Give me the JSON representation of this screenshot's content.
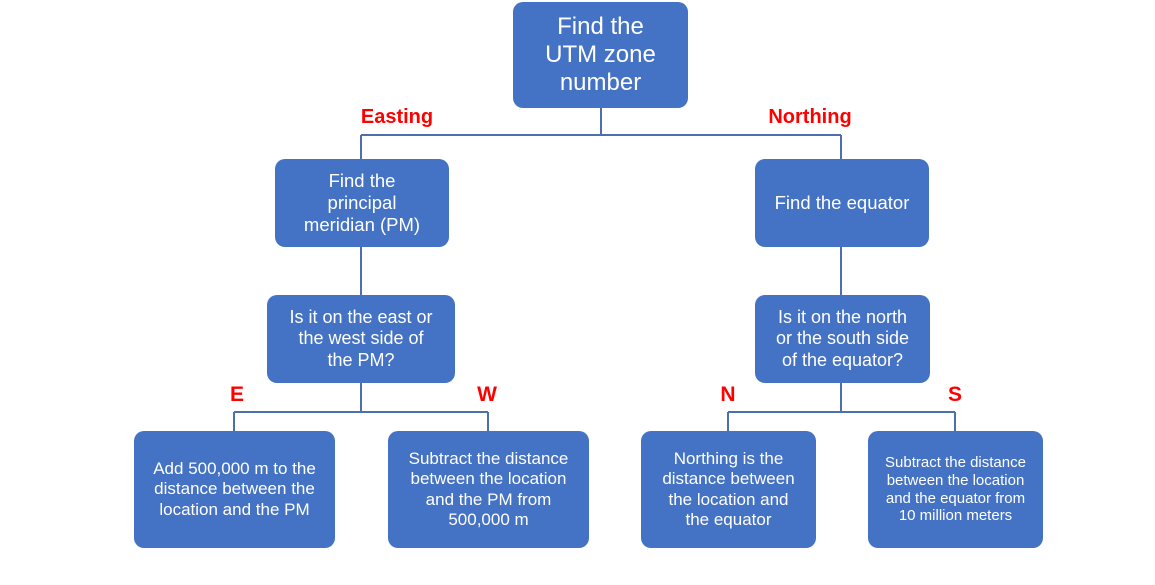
{
  "diagram": {
    "title": "UTM coordinate calculation flowchart",
    "colors": {
      "node_fill": "#4472C4",
      "node_text": "#FFFFFF",
      "connector": "#4C6FAE",
      "edge_label": "#FF0000",
      "background": "#FFFFFF"
    },
    "nodes": {
      "root": "Find the\nUTM zone\nnumber",
      "pm": "Find the\nprincipal\nmeridian (PM)",
      "equator": "Find the equator",
      "question_east_west": "Is it on the east or\nthe west side of\nthe PM?",
      "question_north_south": "Is it on the north\nor the south side\nof the equator?",
      "result_east": "Add 500,000 m to the\ndistance between the\nlocation and the PM",
      "result_west": "Subtract the distance\nbetween the location\nand the PM from\n500,000 m",
      "result_north": "Northing is the\ndistance between\nthe location and\nthe equator",
      "result_south": "Subtract the distance\nbetween the location\nand the equator from\n10 million meters"
    },
    "edge_labels": {
      "easting": "Easting",
      "northing": "Northing",
      "east": "E",
      "west": "W",
      "north": "N",
      "south": "S"
    }
  }
}
